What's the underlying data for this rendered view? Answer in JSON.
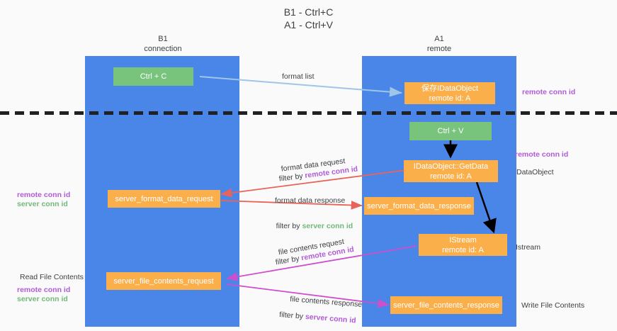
{
  "title": {
    "line1": "B1 - Ctrl+C",
    "line2": "A1 - Ctrl+V"
  },
  "columns": [
    {
      "name": "B1",
      "subtitle": "connection"
    },
    {
      "name": "A1",
      "subtitle": "remote"
    }
  ],
  "colors": {
    "lane": "#4a86e8",
    "green_box": "#79c47d",
    "orange_box": "#fbaf4b",
    "divider": "#202124",
    "arrow_format_list": "#9fc5e8",
    "arrow_format_data": "#e8645a",
    "arrow_file_contents": "#cc4fcc",
    "arrow_black": "#000000",
    "text_purple": "#b05cd6",
    "text_green": "#72b97a",
    "text_default": "#3c4043",
    "background": "#fafafa"
  },
  "boxes": {
    "ctrl_c": {
      "label": "Ctrl + C"
    },
    "save_dataobject": {
      "line1": "保存IDataObject",
      "line2": "remote id: A"
    },
    "ctrl_v": {
      "label": "Ctrl + V"
    },
    "getdata": {
      "line1": "IDataObject::GetData",
      "line2": "remote id: A"
    },
    "server_format_data_request": {
      "label": "server_format_data_request"
    },
    "server_format_data_response": {
      "label": "server_format_data_response"
    },
    "istream": {
      "line1": "IStream",
      "line2": "remote id: A"
    },
    "server_file_contents_request": {
      "label": "server_file_contents_request"
    },
    "server_file_contents_response": {
      "label": "server_file_contents_response"
    }
  },
  "edge_labels": {
    "format_list": "format list",
    "format_data_request": "format data request",
    "format_data_request_filter_prefix": "filter by ",
    "format_data_request_filter_key": "remote conn id",
    "format_data_response": "format data response",
    "format_data_response_filter_prefix": "filter by ",
    "format_data_response_filter_key": "server conn id",
    "file_contents_request": "file contents request",
    "file_contents_request_filter_prefix": "filter by ",
    "file_contents_request_filter_key": "remote conn id",
    "file_contents_response": "file contents response",
    "file_contents_response_filter_prefix": "filter by ",
    "file_contents_response_filter_key": "server conn id"
  },
  "left_annotations": {
    "conn_ids_upper": {
      "remote": "remote conn id",
      "server": "server conn id"
    },
    "read_file_contents": "Read File Contents",
    "conn_ids_lower": {
      "remote": "remote conn id",
      "server": "server conn id"
    }
  },
  "right_annotations": {
    "remote_conn_id_top": "remote conn id",
    "remote_conn_id_mid": "remote conn id",
    "dataobject": "DataObject",
    "istream": "Istream",
    "write_file_contents": "Write File Contents"
  }
}
